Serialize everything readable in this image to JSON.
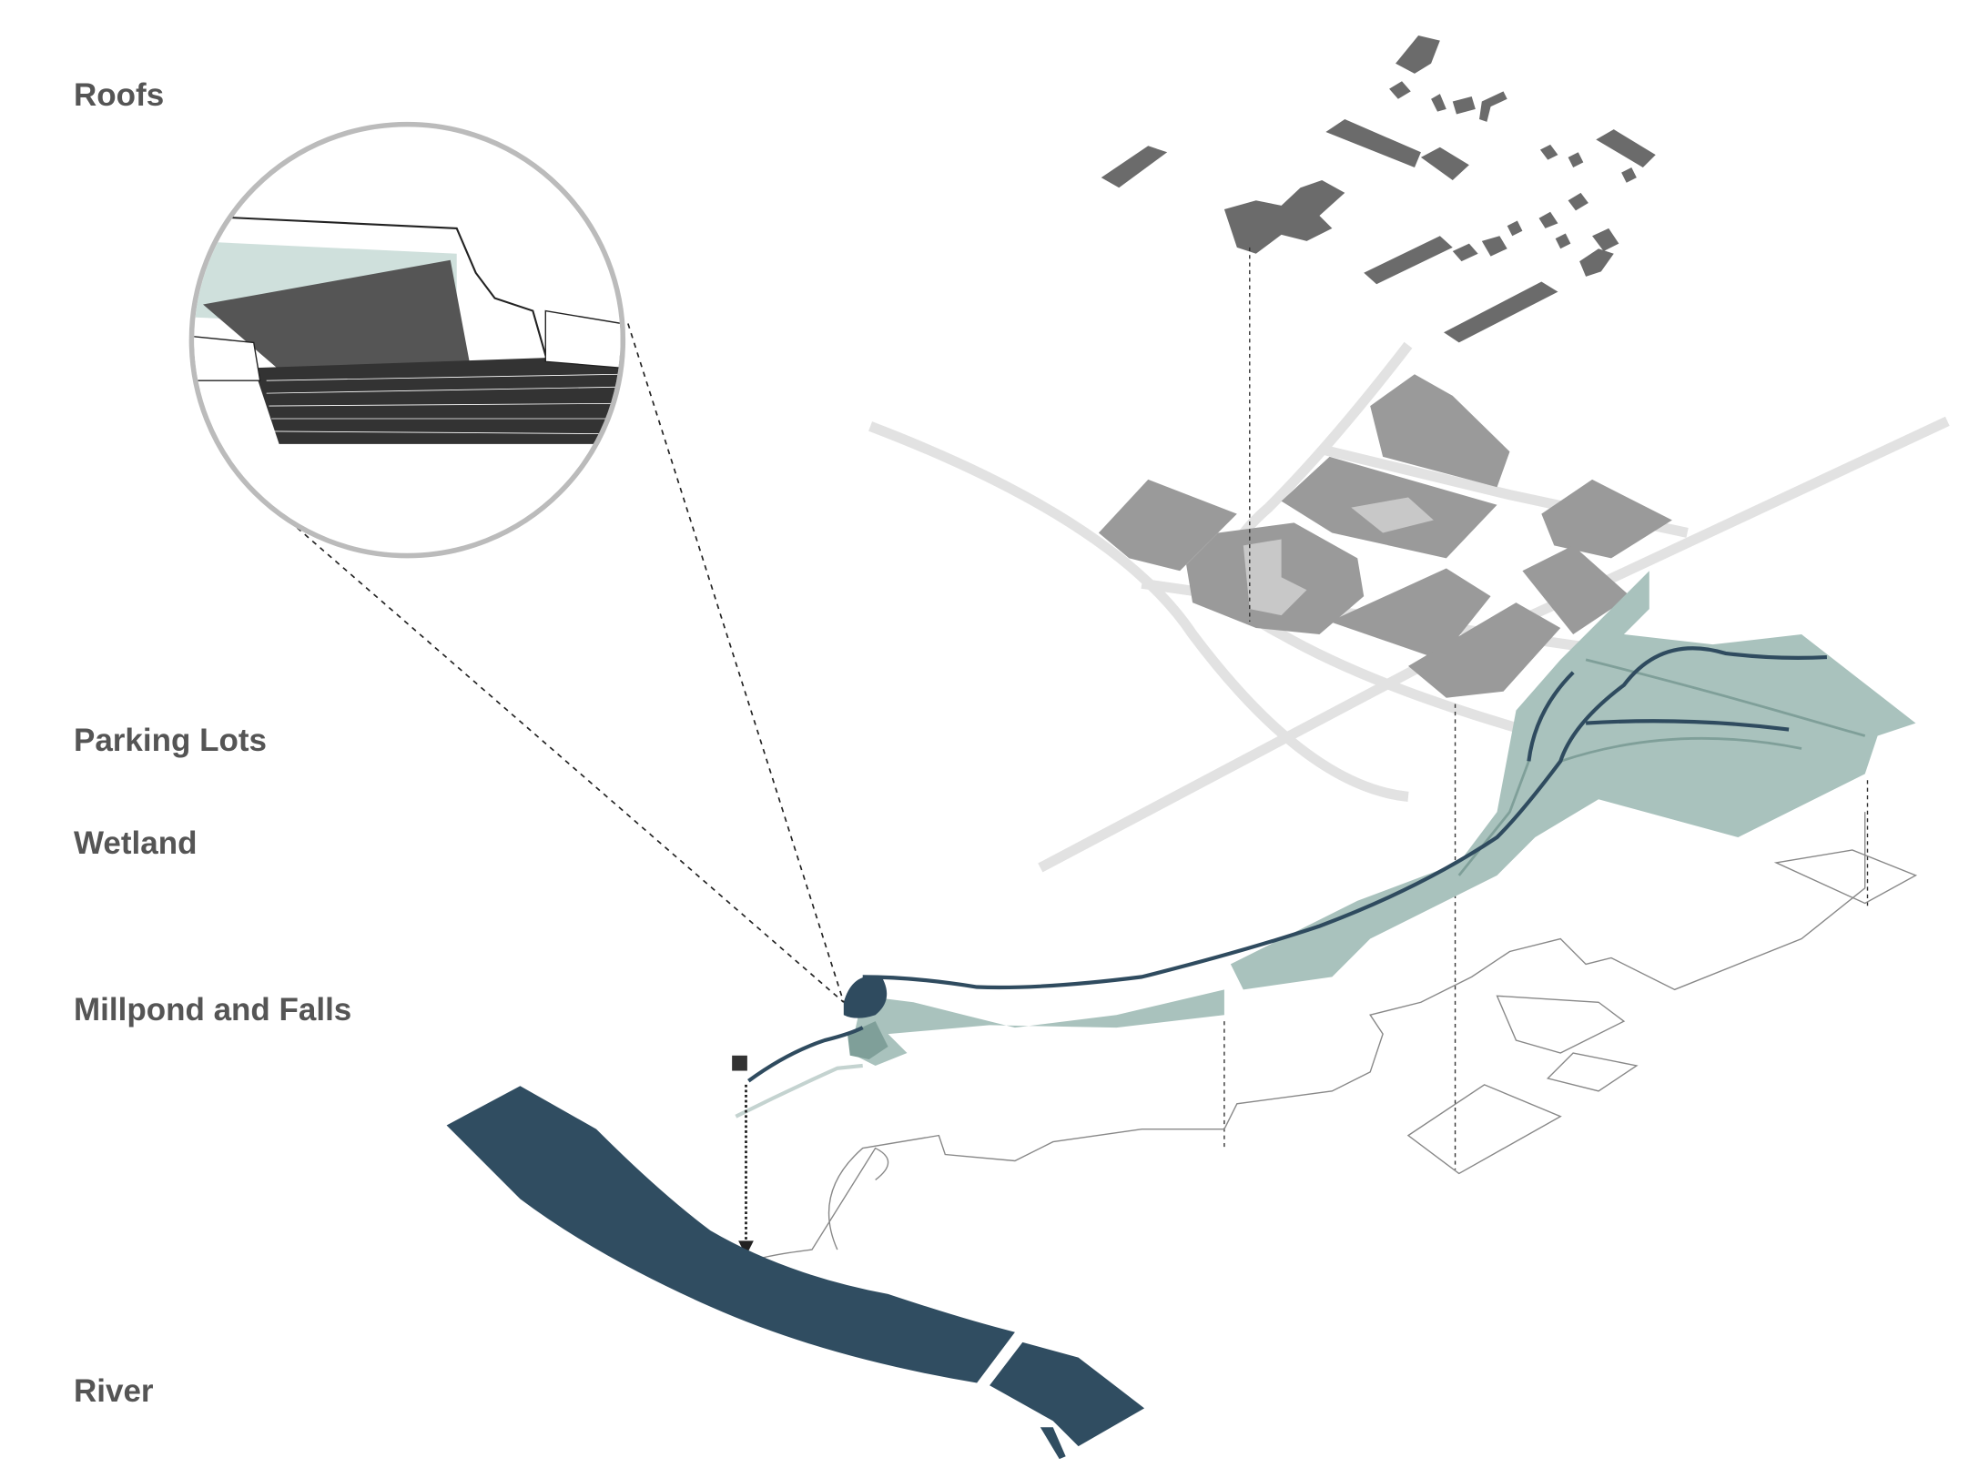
{
  "layers": [
    {
      "id": "roofs",
      "label": "Roofs"
    },
    {
      "id": "parking",
      "label": "Parking Lots"
    },
    {
      "id": "wetland",
      "label": "Wetland"
    },
    {
      "id": "millpond",
      "label": "Millpond and Falls"
    },
    {
      "id": "river",
      "label": "River"
    }
  ],
  "colors": {
    "roof": "#6b6b6b",
    "parking": "#9a9a9a",
    "road": "#e2e2e2",
    "wetland": "#a9c2bd",
    "wetland_dark": "#7f9f99",
    "stream": "#2f4b5f",
    "river": "#304d61",
    "outline": "#888888"
  }
}
